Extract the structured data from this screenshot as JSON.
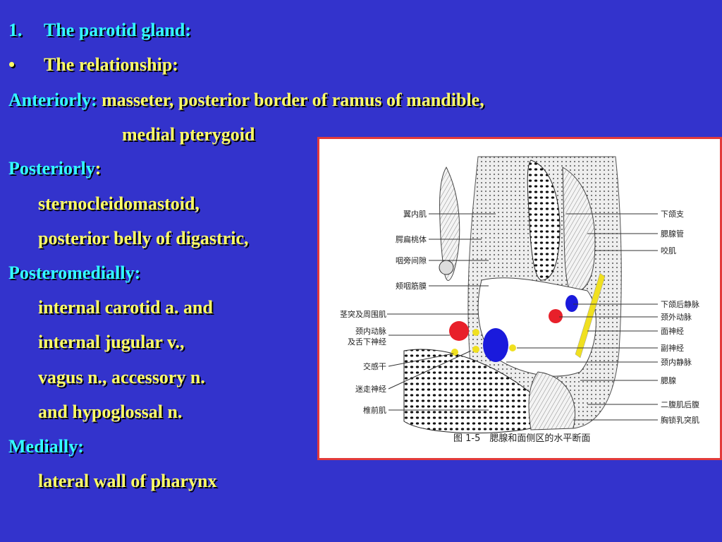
{
  "heading": {
    "number": "1.",
    "title": "The parotid gland:"
  },
  "bullet": {
    "symbol": "•",
    "text": "The relationship:"
  },
  "anteriorly": {
    "label": "Anteriorly:",
    "line1": "masseter, posterior border of ramus of mandible,",
    "line2": "medial pterygoid"
  },
  "posteriorly": {
    "label": "Posteriorly",
    "colon": ":",
    "items": [
      "sternocleidomastoid,",
      "posterior belly of digastric,"
    ]
  },
  "posteromedially": {
    "label": "Posteromedially:",
    "items": [
      "internal carotid a. and",
      "internal jugular v.,",
      "vagus n., accessory n.",
      "and hypoglossal n."
    ]
  },
  "medially": {
    "label": "Medially:",
    "items": [
      "lateral wall of pharynx"
    ]
  },
  "figure": {
    "left_labels": [
      "翼内肌",
      "腭扁桃体",
      "咽旁间隙",
      "颊咽筋膜",
      "茎突及周围肌",
      "颈内动脉",
      "及舌下神经",
      "交感干",
      "迷走神经",
      "椎前肌"
    ],
    "right_labels": [
      "下颌支",
      "腮腺管",
      "咬肌",
      "下颌后静脉",
      "颈外动脉",
      "面神经",
      "副神经",
      "颈内静脉",
      "腮腺",
      "二腹肌后腹",
      "胸锁乳突肌"
    ],
    "caption": "图 1-5　腮腺和面侧区的水平断面"
  },
  "colors": {
    "background": "#3333cc",
    "heading_text": "#33ffff",
    "body_text": "#ffff66",
    "figure_border": "#e23a3a",
    "artery": "#e8202a",
    "vein": "#1a1adc",
    "nerve": "#f0e020"
  }
}
